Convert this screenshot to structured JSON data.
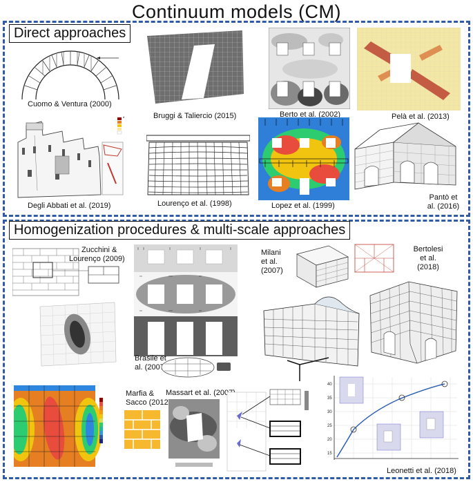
{
  "title": "Continuum models (CM)",
  "sections": {
    "direct": "Direct approaches",
    "homog": "Homogenization procedures & multi-scale approaches"
  },
  "captions": {
    "cuomo": "Cuomo & Ventura (2000)",
    "bruggi": "Bruggi & Taliercio (2015)",
    "berto": "Berto et al. (2002)",
    "pela": "Pelà et al. (2013)",
    "degli": "Degli Abbati et al. (2019)",
    "lourenco": "Lourenço et al. (1998)",
    "lopez": "Lopez et al. (1999)",
    "panto_1": "Pantò et",
    "panto_2": "al. (2016)",
    "zucchini_1": "Zucchini &",
    "zucchini_2": "Lourenço (2009)",
    "brasile_1": "Brasile et",
    "brasile_2": "al. (2007)",
    "milani_1": "Milani",
    "milani_2": "et al.",
    "milani_3": "(2007)",
    "bertolesi_1": "Bertolesi",
    "bertolesi_2": "et al.",
    "bertolesi_3": "(2018)",
    "marfia_1": "Marfia &",
    "marfia_2": "Sacco (2012)",
    "massart": "Massart et al. (2007)",
    "leonetti": "Leonetti et al. (2018)"
  },
  "colors": {
    "frame": "#2e5aa8",
    "curve": "#2b5fb0"
  }
}
